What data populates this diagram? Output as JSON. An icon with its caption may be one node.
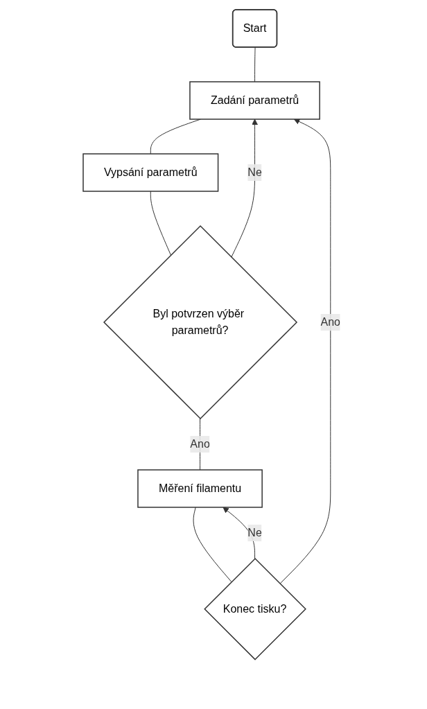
{
  "diagram": {
    "nodes": [
      {
        "text": [
          "Start"
        ]
      },
      {
        "text": [
          "Zadání parametrů"
        ]
      },
      {
        "text": [
          "Vypsání parametrů"
        ]
      },
      {
        "text": [
          "Byl potvrzen výběr parametrů?"
        ]
      },
      {
        "text": [
          "Měření filamentu"
        ]
      },
      {
        "text": [
          "Konec tisku?"
        ]
      }
    ],
    "edges": [
      {
        "from": 0,
        "to": 1,
        "arrow": "none"
      },
      {
        "from": 1,
        "to": 2,
        "arrow": "none"
      },
      {
        "from": 2,
        "to": 3,
        "arrow": "none"
      },
      {
        "from": 3,
        "to": 1,
        "label": "Ne",
        "arrow": "to"
      },
      {
        "from": 3,
        "to": 4,
        "label": "Ano",
        "arrow": "none"
      },
      {
        "from": 4,
        "to": 5,
        "arrow": "none"
      },
      {
        "from": 5,
        "to": 1,
        "label": "Ano",
        "arrow": "to"
      },
      {
        "from": 5,
        "to": 4,
        "label": "Ne",
        "arrow": "to"
      }
    ]
  }
}
